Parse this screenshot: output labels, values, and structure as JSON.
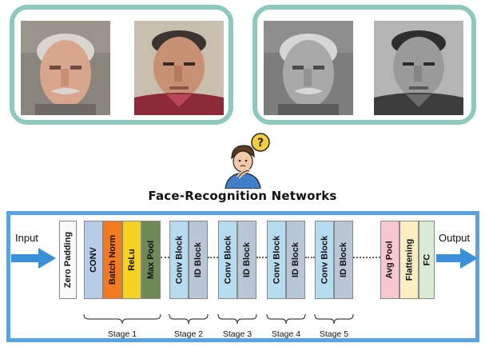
{
  "title": "Face-Recognition Networks",
  "input_label": "Input",
  "output_label": "Output",
  "blocks": {
    "zero_padding": "Zero Padding",
    "conv": "CONV",
    "batch_norm": "Batch Norm",
    "relu": "ReLu",
    "max_pool": "Max Pool",
    "conv_block": "Conv Block",
    "id_block": "ID Block",
    "avg_pool": "Avg Pool",
    "flattening": "Flattening",
    "fc": "FC"
  },
  "stages": [
    "Stage 1",
    "Stage 2",
    "Stage 3",
    "Stage 4",
    "Stage 5"
  ],
  "colors": {
    "panel_border": "#8ec9bd",
    "frame_border": "#5aa3e3",
    "arrow": "#3a8fd9",
    "conv": "#b8cbe8",
    "batch_norm": "#f47a20",
    "relu": "#f4d21f",
    "max_pool": "#6f8a54",
    "conv_block": "#b6dcf2",
    "id_block": "#b8c6d6",
    "avg_pool": "#f7c9cf",
    "flattening": "#fbeec0",
    "fc": "#d8ecd8"
  }
}
